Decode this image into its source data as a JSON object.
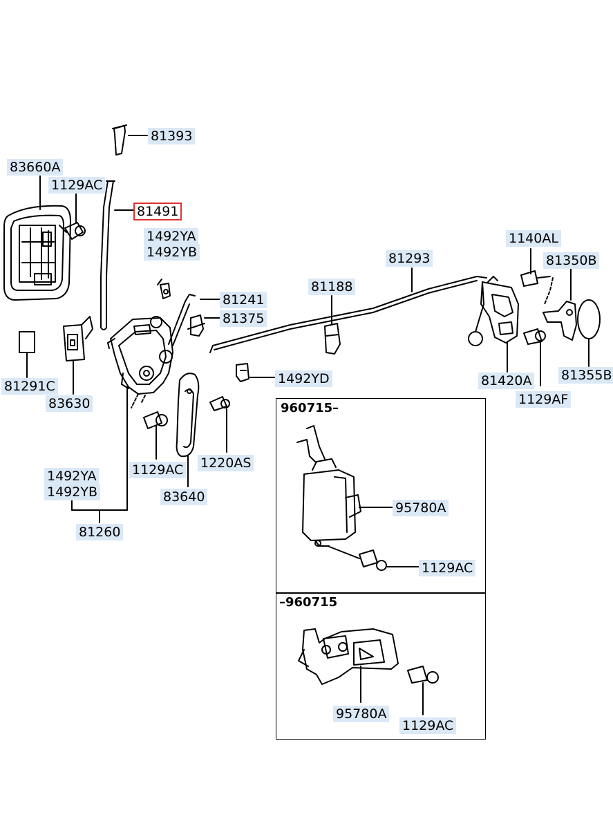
{
  "labels": {
    "p81393": "81393",
    "p83660a": "83660A",
    "p1129ac_top": "1129AC",
    "p81491": "81491",
    "p1492ya_top": "1492YA",
    "p1492yb_top": "1492YB",
    "p81241": "81241",
    "p81375": "81375",
    "p81188": "81188",
    "p81293": "81293",
    "p1140al": "1140AL",
    "p81350b": "81350B",
    "p81291c": "81291C",
    "p83630": "83630",
    "p1492yd": "1492YD",
    "p81420a": "81420A",
    "p1129af": "1129AF",
    "p81355b": "81355B",
    "p1129ac_mid": "1129AC",
    "p1220as": "1220AS",
    "p1492ya_left": "1492YA",
    "p1492yb_left": "1492YB",
    "p83640": "83640",
    "p81260": "81260",
    "p95780a_upper": "95780A",
    "p1129ac_upper": "1129AC",
    "p95780a_lower": "95780A",
    "p1129ac_lower": "1129AC"
  },
  "inset_upper": {
    "header": "960715–"
  },
  "inset_lower": {
    "header": "–960715"
  },
  "highlight_color": "#e03030",
  "label_bg_color": "#dbe8f6"
}
